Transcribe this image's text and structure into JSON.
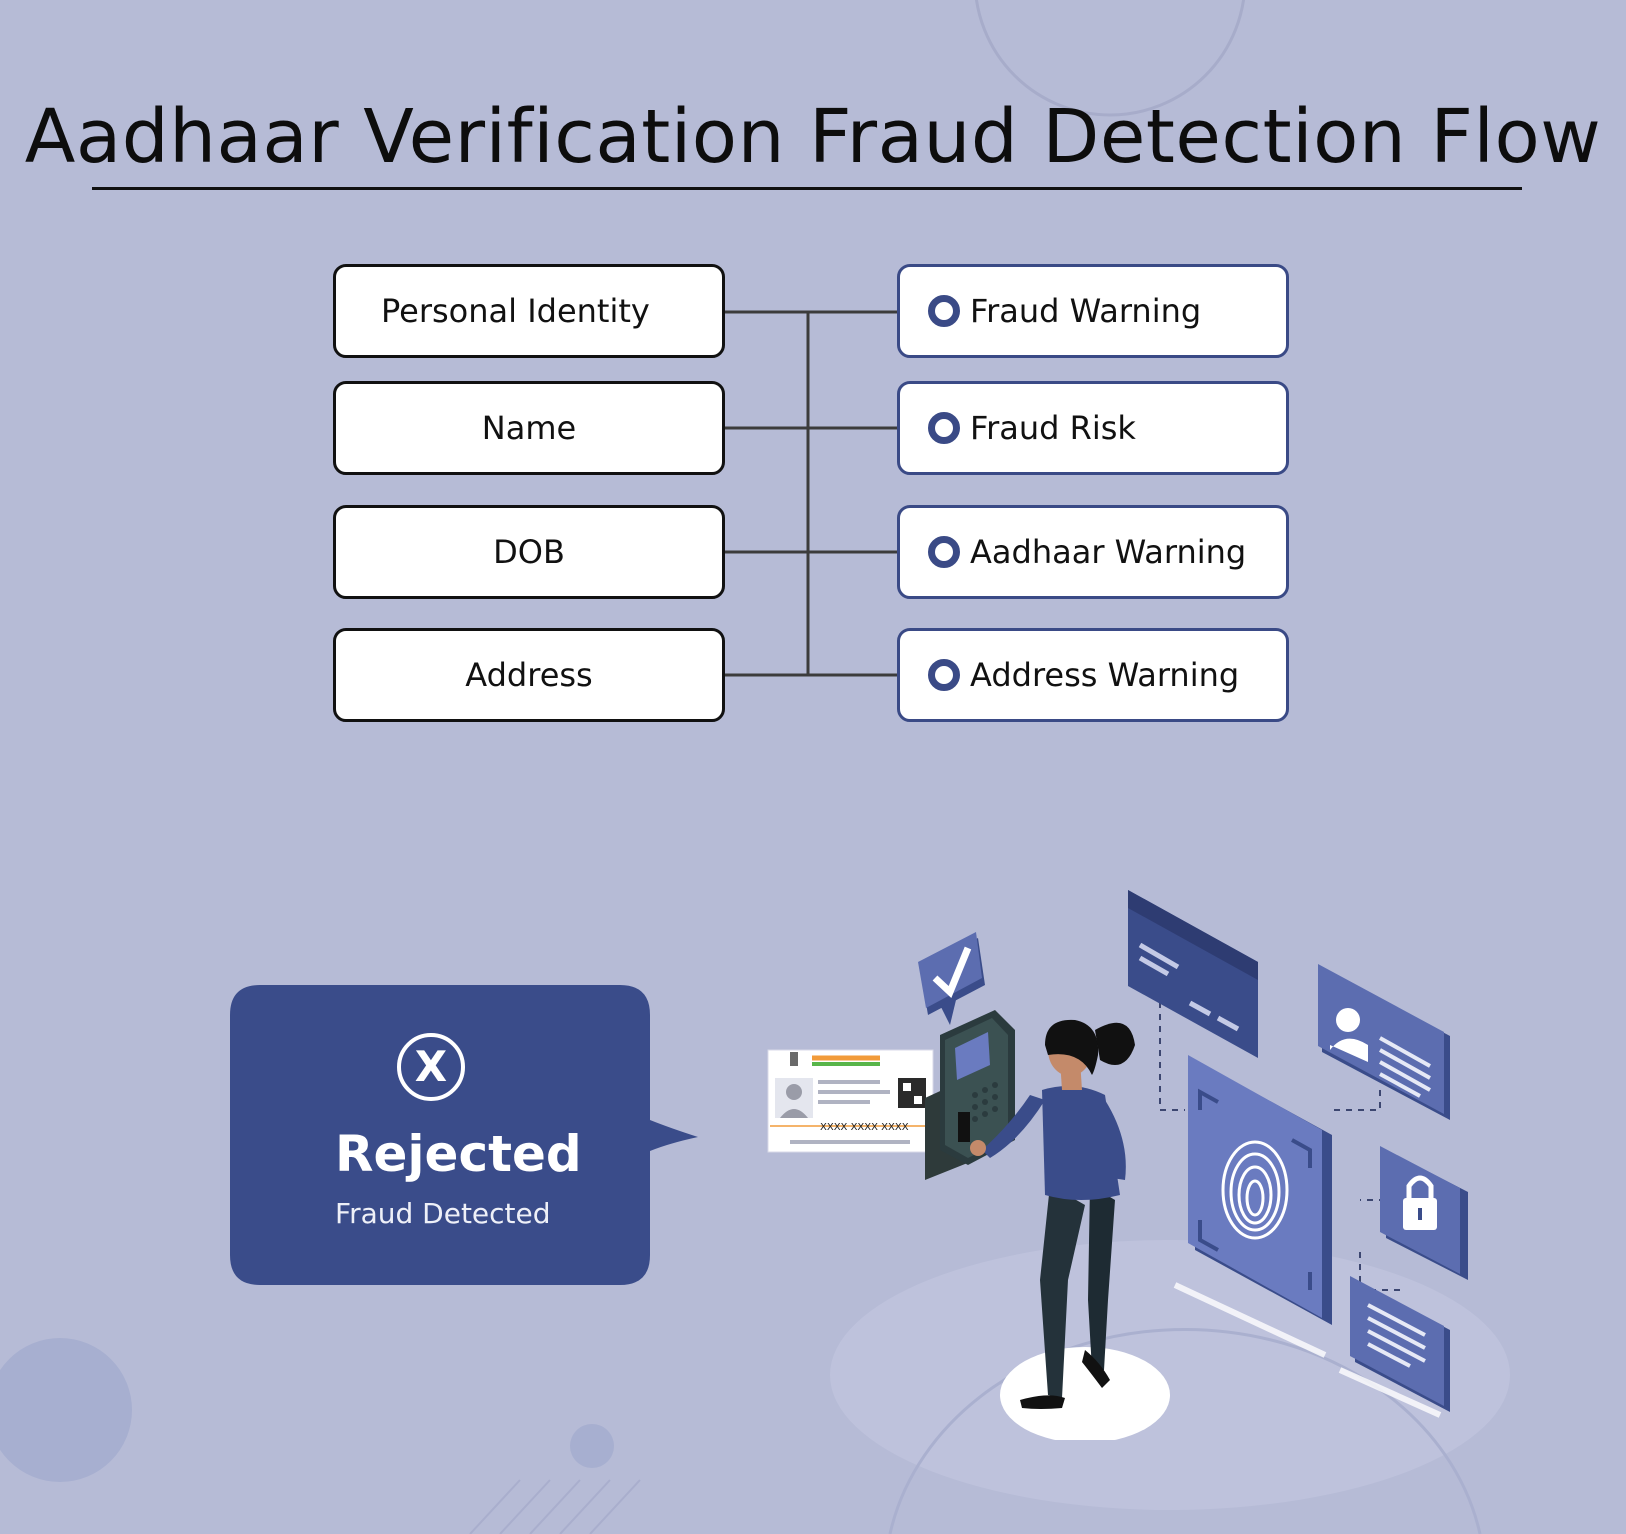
{
  "title": "Aadhaar Verification Fraud Detection Flow",
  "inputs": [
    {
      "label": "Personal Identity"
    },
    {
      "label": "Name"
    },
    {
      "label": "DOB"
    },
    {
      "label": "Address"
    }
  ],
  "outputs": [
    {
      "label": "Fraud Warning"
    },
    {
      "label": "Fraud Risk"
    },
    {
      "label": "Aadhaar Warning"
    },
    {
      "label": "Address Warning"
    }
  ],
  "result": {
    "status": "Rejected",
    "detail": "Fraud Detected",
    "icon": "x-circle-icon"
  },
  "illustration": {
    "card_number": "XXXX XXXX XXXX",
    "icons": [
      "checkmark-icon",
      "fingerprint-icon",
      "lock-icon",
      "user-profile-icon",
      "credit-card-icon",
      "document-icon"
    ]
  },
  "colors": {
    "background": "#b6bbd6",
    "accent": "#3a4a86",
    "panel": "#5c6db0"
  }
}
